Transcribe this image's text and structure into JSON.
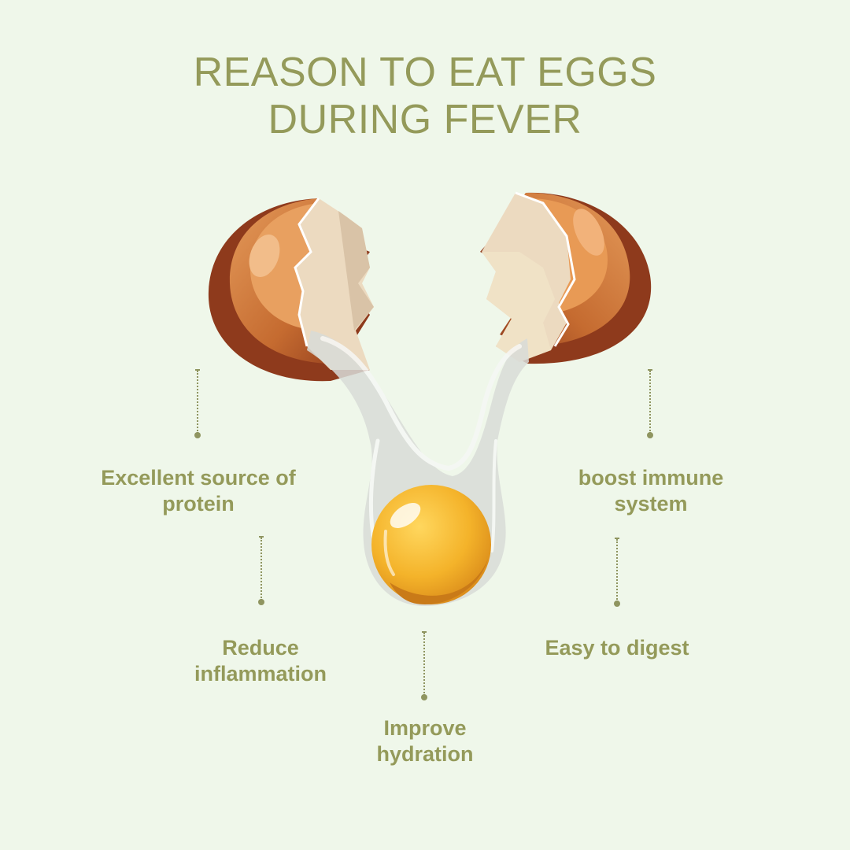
{
  "title": {
    "line1": "REASON TO EAT EGGS",
    "line2": "DURING FEVER"
  },
  "reasons": [
    {
      "line1": "Excellent source of",
      "line2": "protein"
    },
    {
      "line1": "boost immune",
      "line2": "system"
    },
    {
      "line1": "Reduce",
      "line2": "inflammation"
    },
    {
      "line1": "Easy to digest",
      "line2": ""
    },
    {
      "line1": "Improve",
      "line2": "hydration"
    }
  ],
  "colors": {
    "background": "#eff7ea",
    "text": "#949a5a",
    "shell": "#c0652a",
    "yolk": "#f0b429"
  },
  "icons": {
    "illustration": "cracked-egg-icon"
  }
}
